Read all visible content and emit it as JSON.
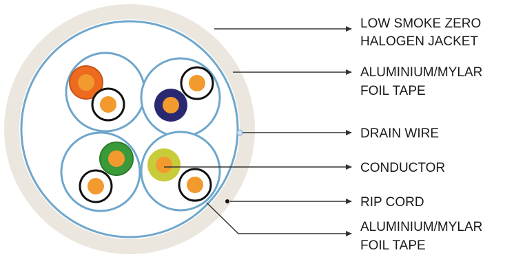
{
  "labels": [
    {
      "id": "jacket",
      "lines": [
        "LOW SMOKE ZERO",
        "HALOGEN JACKET"
      ]
    },
    {
      "id": "foil1",
      "lines": [
        "ALUMINIUM/MYLAR",
        "FOIL TAPE"
      ]
    },
    {
      "id": "drain",
      "lines": [
        "DRAIN WIRE"
      ]
    },
    {
      "id": "conductor",
      "lines": [
        "CONDUCTOR"
      ]
    },
    {
      "id": "ripcord",
      "lines": [
        "RIP CORD"
      ]
    },
    {
      "id": "foil2",
      "lines": [
        "ALUMINIUM/MYLAR",
        "FOIL TAPE"
      ]
    }
  ],
  "colors": {
    "jacket": "#ebe7df",
    "foil": "#6ea6cc",
    "conductor": "#f39a2e",
    "pair_orange": "#ee6a1f",
    "pair_blue": "#2a2870",
    "pair_green": "#3a9a3a",
    "pair_brown": "#c8cc3a",
    "white_insulation_ring": "#111111",
    "leader": "#333333"
  }
}
